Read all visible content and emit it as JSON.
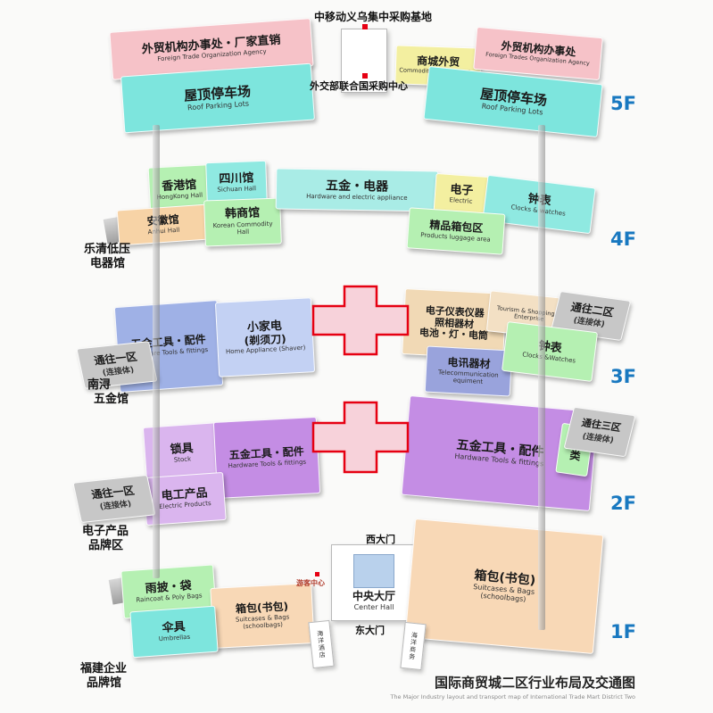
{
  "palette": {
    "pink": "#f6c2c8",
    "cyan": "#7de5dd",
    "light_cyan": "#a9ece6",
    "yellow": "#f3efa0",
    "green": "#b5f0b2",
    "peach": "#f7d3a6",
    "tan": "#f1d9b5",
    "periwinkle": "#9fb1e6",
    "light_periwinkle": "#c3d1f3",
    "purple": "#c48de4",
    "light_purple": "#dab5ee",
    "slate_blue": "#99a3dc",
    "connector_gray": "#c7c7c7",
    "cross_fill": "#f7d2da",
    "cross_stroke": "#e60012",
    "floor_label_blue": "#1878c0",
    "hall_blue": "#b9d1ec"
  },
  "caption": {
    "zh": "国际商贸城二区行业布局及交通图",
    "en": "The Major Industry layout and transport map of International Trade Mart District Two"
  },
  "floors": {
    "f5": {
      "label": "5F",
      "top_note": "中移动义乌集中采购基地",
      "left_office": {
        "zh": "外贸机构办事处・厂家直销",
        "en": "Foreign Trade Organization Agency"
      },
      "left_parking": {
        "zh": "屋顶停车场",
        "en": "Roof Parking Lots"
      },
      "mall_trade": {
        "zh": "商城外贸",
        "en": "Commodity Foreign Trades"
      },
      "un_note": "外交部联合国采购中心",
      "right_office": {
        "zh": "外贸机构办事处",
        "en": "Foreign Trades Organization Agency"
      },
      "right_parking": {
        "zh": "屋顶停车场",
        "en": "Roof Parking Lots"
      }
    },
    "f4": {
      "label": "4F",
      "hongkong": {
        "zh": "香港馆",
        "en": "HongKong Hall"
      },
      "sichuan": {
        "zh": "四川馆",
        "en": "Sichuan Hall"
      },
      "anhui": {
        "zh": "安徽馆",
        "en": "Anhui Hall"
      },
      "korean": {
        "zh": "韩商馆",
        "en": "Korean Commodity Hall"
      },
      "hardware_electric": {
        "zh": "五金・电器",
        "en": "Hardware and electric appliance"
      },
      "electric": {
        "zh": "电子",
        "en": "Electric"
      },
      "clocks": {
        "zh": "钟表",
        "en": "Clocks & watches"
      },
      "luggage": {
        "zh": "精品箱包区",
        "en": "Products luggage area"
      },
      "side_note": [
        "乐清低压",
        "电器馆"
      ]
    },
    "f3": {
      "label": "3F",
      "hardware_tools": {
        "zh": "五金工具・配件",
        "en": "Hardware Tools & fittings"
      },
      "home_appliance": {
        "zh": "小家电",
        "zh2": "(剃须刀)",
        "en": "Home Appliance (Shaver)"
      },
      "instruments": [
        "电子仪表仪器",
        "照相器材",
        "电池・灯・电筒"
      ],
      "tourism": "Tourism & Shopping of Enterprise",
      "telecom": {
        "zh": "电讯器材",
        "en": "Telecommunication equiment"
      },
      "clocks": {
        "zh": "钟表",
        "en": "Clocks &Watches"
      },
      "to_district2": {
        "zh": "通往二区",
        "sub": "(连接体)"
      },
      "to_district1": {
        "zh": "通往一区",
        "sub": "(连接体)"
      },
      "side_note": [
        "南浔",
        "五金馆"
      ]
    },
    "f2": {
      "label": "2F",
      "locks": {
        "zh": "锁具",
        "en": "Stock"
      },
      "hardware_left": {
        "zh": "五金工具・配件",
        "en": "Hardware Tools & fittings"
      },
      "hardware_right": {
        "zh": "五金工具・配件",
        "en": "Hardware Tools & fittings"
      },
      "vehicles": "车类",
      "to_district3": {
        "zh": "通往三区",
        "sub": "(连接体)"
      },
      "electric_products": {
        "zh": "电工产品",
        "en": "Electric Products"
      },
      "to_district1": {
        "zh": "通往一区",
        "sub": "(连接体)"
      },
      "side_note": [
        "电子产品",
        "品牌区"
      ]
    },
    "f1": {
      "label": "1F",
      "west_gate": "西大门",
      "center_hall": {
        "zh": "中央大厅",
        "en": "Center Hall"
      },
      "visitor_center": "游客中心",
      "raincoat": {
        "zh": "雨披・袋",
        "en": "Raincoat & Poly Bags"
      },
      "bags_left": {
        "zh": "箱包(书包)",
        "en": "Suitcases & Bags",
        "en2": "(schoolbags)"
      },
      "umbrellas": {
        "zh": "伞具",
        "en": "Umbrellas"
      },
      "bags_right": {
        "zh": "箱包(书包)",
        "en": "Suitcases & Bags",
        "en2": "(schoolbags)"
      },
      "east_gate": "东大门",
      "ocean_hotel": "海洋酒店",
      "ocean_business": "海洋商务",
      "side_note": [
        "福建企业",
        "品牌馆"
      ]
    }
  }
}
